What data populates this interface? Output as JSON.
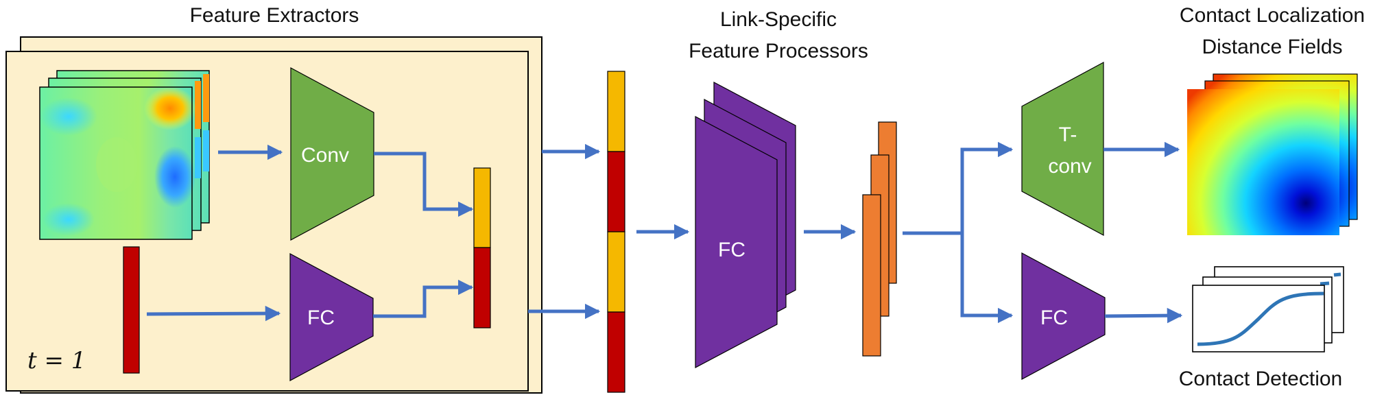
{
  "labels": {
    "feature_extractors": "Feature Extractors",
    "link_specific_1": "Link-Specific",
    "link_specific_2": "Feature Processors",
    "contact_loc_1": "Contact Localization",
    "contact_loc_2": "Distance Fields",
    "contact_detection": "Contact Detection",
    "time_step": "t = 1"
  },
  "blocks": {
    "conv": "Conv",
    "fc_extractor": "FC",
    "fc_processor": "FC",
    "tconv_1": "T-",
    "tconv_2": "conv",
    "fc_detection": "FC"
  },
  "colors": {
    "panel_fill": "#fdf0cc",
    "conv_green": "#70ad47",
    "fc_purple": "#7030a0",
    "feature_yellow": "#f5b800",
    "feature_red": "#c00000",
    "latent_orange": "#ed7d31",
    "arrow_blue": "#4472c4",
    "curve_blue": "#2e75b6"
  }
}
